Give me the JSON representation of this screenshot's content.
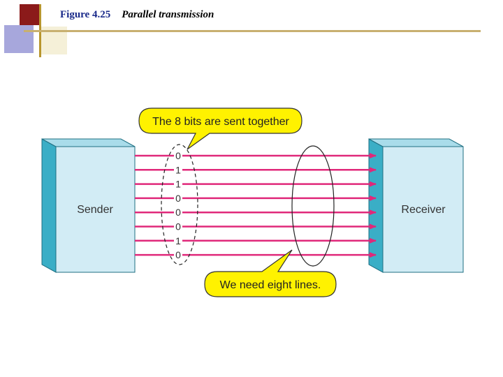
{
  "header": {
    "figure_number": "Figure 4.25",
    "figure_title": "Parallel transmission"
  },
  "diagram": {
    "sender_label": "Sender",
    "receiver_label": "Receiver",
    "bits": [
      "0",
      "1",
      "1",
      "0",
      "0",
      "0",
      "1",
      "0"
    ],
    "callout_top": "The 8 bits are sent together",
    "callout_bottom": "We need eight lines."
  },
  "colors": {
    "box_face": "#d2ecf5",
    "box_side": "#3aaec6",
    "line": "#e0287a",
    "callout_fill": "#fff200",
    "deco_red": "#8b1a1a",
    "deco_purple": "#9a9ad8",
    "deco_gold": "#c8a03c"
  }
}
